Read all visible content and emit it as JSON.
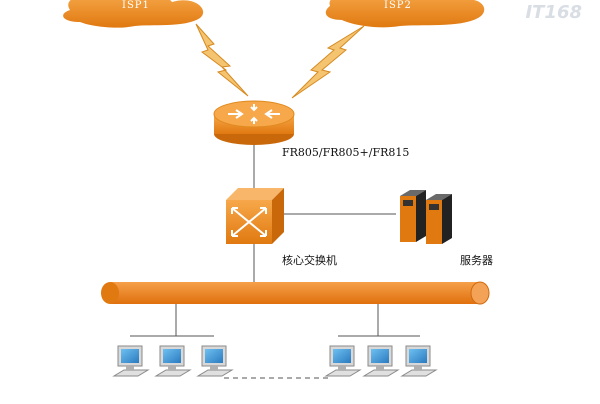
{
  "diagram": {
    "isp_left": "ISP1",
    "isp_right": "ISP2",
    "router_label": "FR805/FR805+/FR815",
    "switch_label": "核心交换机",
    "server_label": "服务器",
    "watermark": "IT168"
  },
  "colors": {
    "orange": "#f08a1e",
    "orange_dark": "#c8680a",
    "monitor_blue": "#3a8fd0"
  },
  "icons": {
    "router": "router-icon",
    "switch": "switch-icon",
    "server": "server-icon",
    "computer": "computer-icon",
    "cloud": "cloud-icon",
    "lightning": "lightning-icon"
  }
}
